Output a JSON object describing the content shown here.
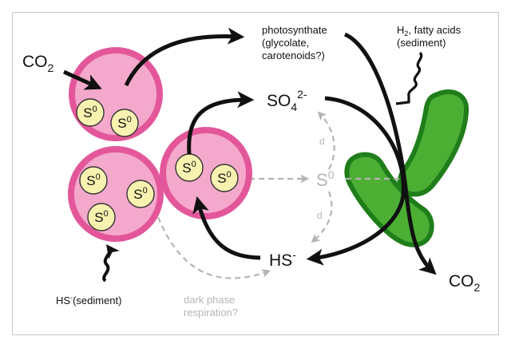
{
  "diagram": {
    "title": "Sulfur cycling between purple sulfur bacteria and sulfate-reducing bacteria",
    "colors": {
      "cell_fill": "#f4a9cc",
      "cell_ring": "#e3579a",
      "granule_fill": "#f7f2b0",
      "bacterium_fill": "#4caf34",
      "bacterium_stroke": "#1f7d1a",
      "arrow_black": "#111111",
      "arrow_grey": "#b4b4b4",
      "frame": "#c8c8c8"
    },
    "labels": {
      "co2_in": {
        "main": "CO",
        "sub": "2"
      },
      "co2_out": {
        "main": "CO",
        "sub": "2"
      },
      "photosynthate": [
        "photosynthate",
        "(glycolate,",
        "carotenoids?)"
      ],
      "h2_fatty": {
        "h": "H",
        "sub": "2",
        "rest": ", fatty acids",
        "line2": "(sediment)"
      },
      "so4": {
        "main": "SO",
        "sub": "4",
        "sup": "2-"
      },
      "s0_center": {
        "main": "S",
        "sup": "0"
      },
      "hs": {
        "main": "HS",
        "sup": "-"
      },
      "hs_sediment": {
        "main": "HS",
        "sup": "-",
        "rest": "(sediment)"
      },
      "dark_phase": [
        "dark phase",
        "respiration?"
      ],
      "d_upper": "d",
      "d_lower": "d",
      "granule": {
        "main": "S",
        "sup": "0"
      }
    }
  }
}
